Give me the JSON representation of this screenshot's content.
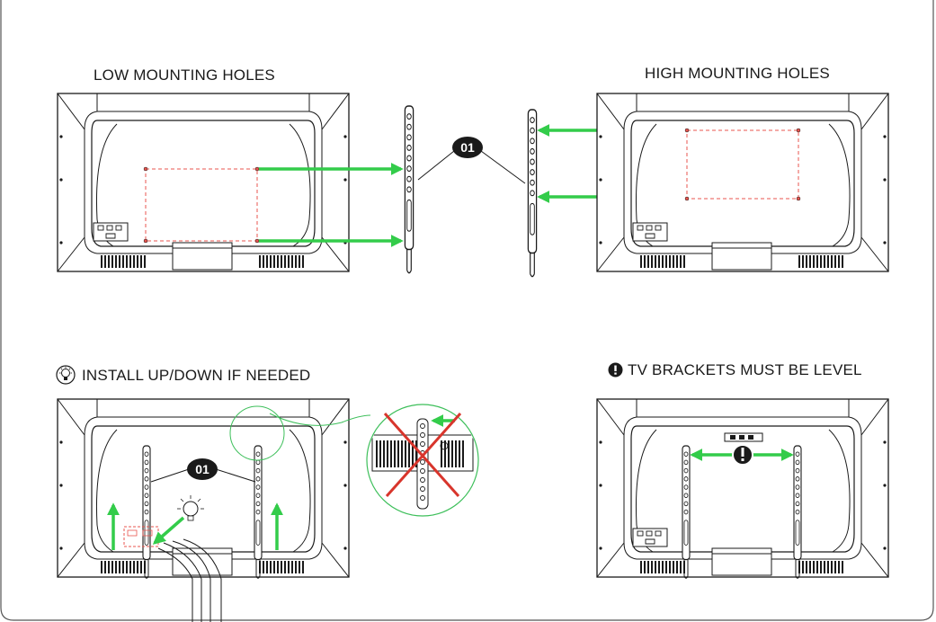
{
  "sections": {
    "low": {
      "title": "LOW MOUNTING HOLES"
    },
    "high": {
      "title": "HIGH MOUNTING HOLES"
    },
    "install": {
      "title": "INSTALL UP/DOWN IF NEEDED",
      "icon": "lightbulb-icon"
    },
    "level": {
      "title": "TV BRACKETS MUST BE LEVEL",
      "icon": "exclamation-icon"
    }
  },
  "callouts": {
    "part_number": "01"
  },
  "colors": {
    "arrow": "#33cc4a",
    "hole_frame": "#e8554f",
    "cross": "#d8352c",
    "line": "#1a1a1a",
    "zoom_circle": "#3dbf5a"
  }
}
